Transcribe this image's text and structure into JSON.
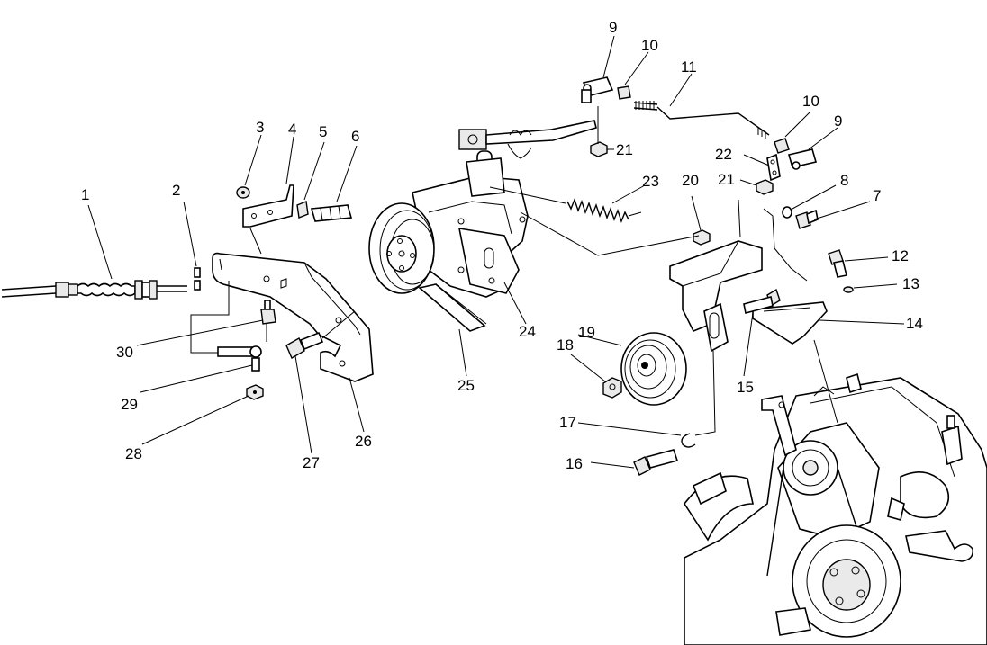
{
  "diagram": {
    "callouts": [
      {
        "id": "c1",
        "text": "1"
      },
      {
        "id": "c2",
        "text": "2"
      },
      {
        "id": "c3",
        "text": "3"
      },
      {
        "id": "c4",
        "text": "4"
      },
      {
        "id": "c5",
        "text": "5"
      },
      {
        "id": "c6",
        "text": "6"
      },
      {
        "id": "c7",
        "text": "7"
      },
      {
        "id": "c8",
        "text": "8"
      },
      {
        "id": "c9a",
        "text": "9"
      },
      {
        "id": "c9b",
        "text": "9"
      },
      {
        "id": "c10a",
        "text": "10"
      },
      {
        "id": "c10b",
        "text": "10"
      },
      {
        "id": "c11",
        "text": "11"
      },
      {
        "id": "c12",
        "text": "12"
      },
      {
        "id": "c13",
        "text": "13"
      },
      {
        "id": "c14",
        "text": "14"
      },
      {
        "id": "c15",
        "text": "15"
      },
      {
        "id": "c16",
        "text": "16"
      },
      {
        "id": "c17",
        "text": "17"
      },
      {
        "id": "c18",
        "text": "18"
      },
      {
        "id": "c19",
        "text": "19"
      },
      {
        "id": "c20",
        "text": "20"
      },
      {
        "id": "c21a",
        "text": "21"
      },
      {
        "id": "c21b",
        "text": "21"
      },
      {
        "id": "c22",
        "text": "22"
      },
      {
        "id": "c23",
        "text": "23"
      },
      {
        "id": "c24",
        "text": "24"
      },
      {
        "id": "c25",
        "text": "25"
      },
      {
        "id": "c26",
        "text": "26"
      },
      {
        "id": "c27",
        "text": "27"
      },
      {
        "id": "c28",
        "text": "28"
      },
      {
        "id": "c29",
        "text": "29"
      },
      {
        "id": "c30",
        "text": "30"
      }
    ]
  }
}
